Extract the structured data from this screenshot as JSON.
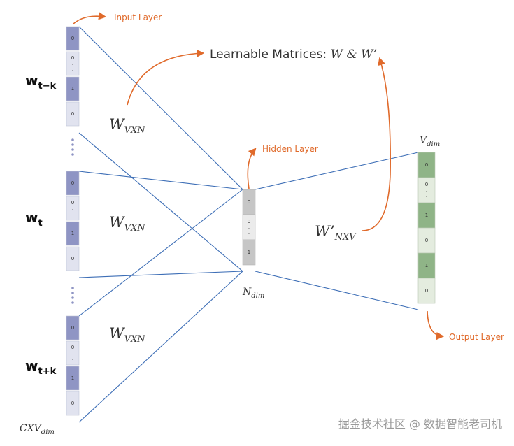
{
  "colors": {
    "line": "#3d6eb6",
    "arrow": "#e06a2b",
    "input_hot": "#8f95c4",
    "input_cold": "#e1e3ef",
    "hidden_hot": "#c6c6c6",
    "hidden_cold": "#ebebeb",
    "output_hot": "#8fb487",
    "output_cold": "#e4ecdf",
    "dots": "#8f95c4"
  },
  "labels": {
    "input_layer": "Input Layer",
    "hidden_layer": "Hidden Layer",
    "output_layer": "Output Layer",
    "learnable_prefix": "Learnable Matrices: ",
    "learnable_math": "W & W’"
  },
  "context_words": [
    {
      "base": "w",
      "sub": "t−k"
    },
    {
      "base": "w",
      "sub": "t"
    },
    {
      "base": "w",
      "sub": "t+k"
    }
  ],
  "weight_labels": {
    "w_in_base": "W",
    "w_in_sub": "VXN",
    "w_out_base": "W’",
    "w_out_sub": "NXV"
  },
  "dim_labels": {
    "cxv_base": "CXV",
    "cxv_sub": "dim",
    "n_base": "N",
    "n_sub": "dim",
    "v_base": "V",
    "v_sub": "dim"
  },
  "input_vector_cells": [
    "0",
    "0\n.\n.",
    "1",
    "0"
  ],
  "hidden_cells": [
    "0",
    "0\n.\n.",
    "1"
  ],
  "output_cells": [
    "0",
    "0\n.\n.",
    "1",
    "0",
    "1",
    "0"
  ],
  "watermark": "掘金技术社区 @ 数据智能老司机"
}
